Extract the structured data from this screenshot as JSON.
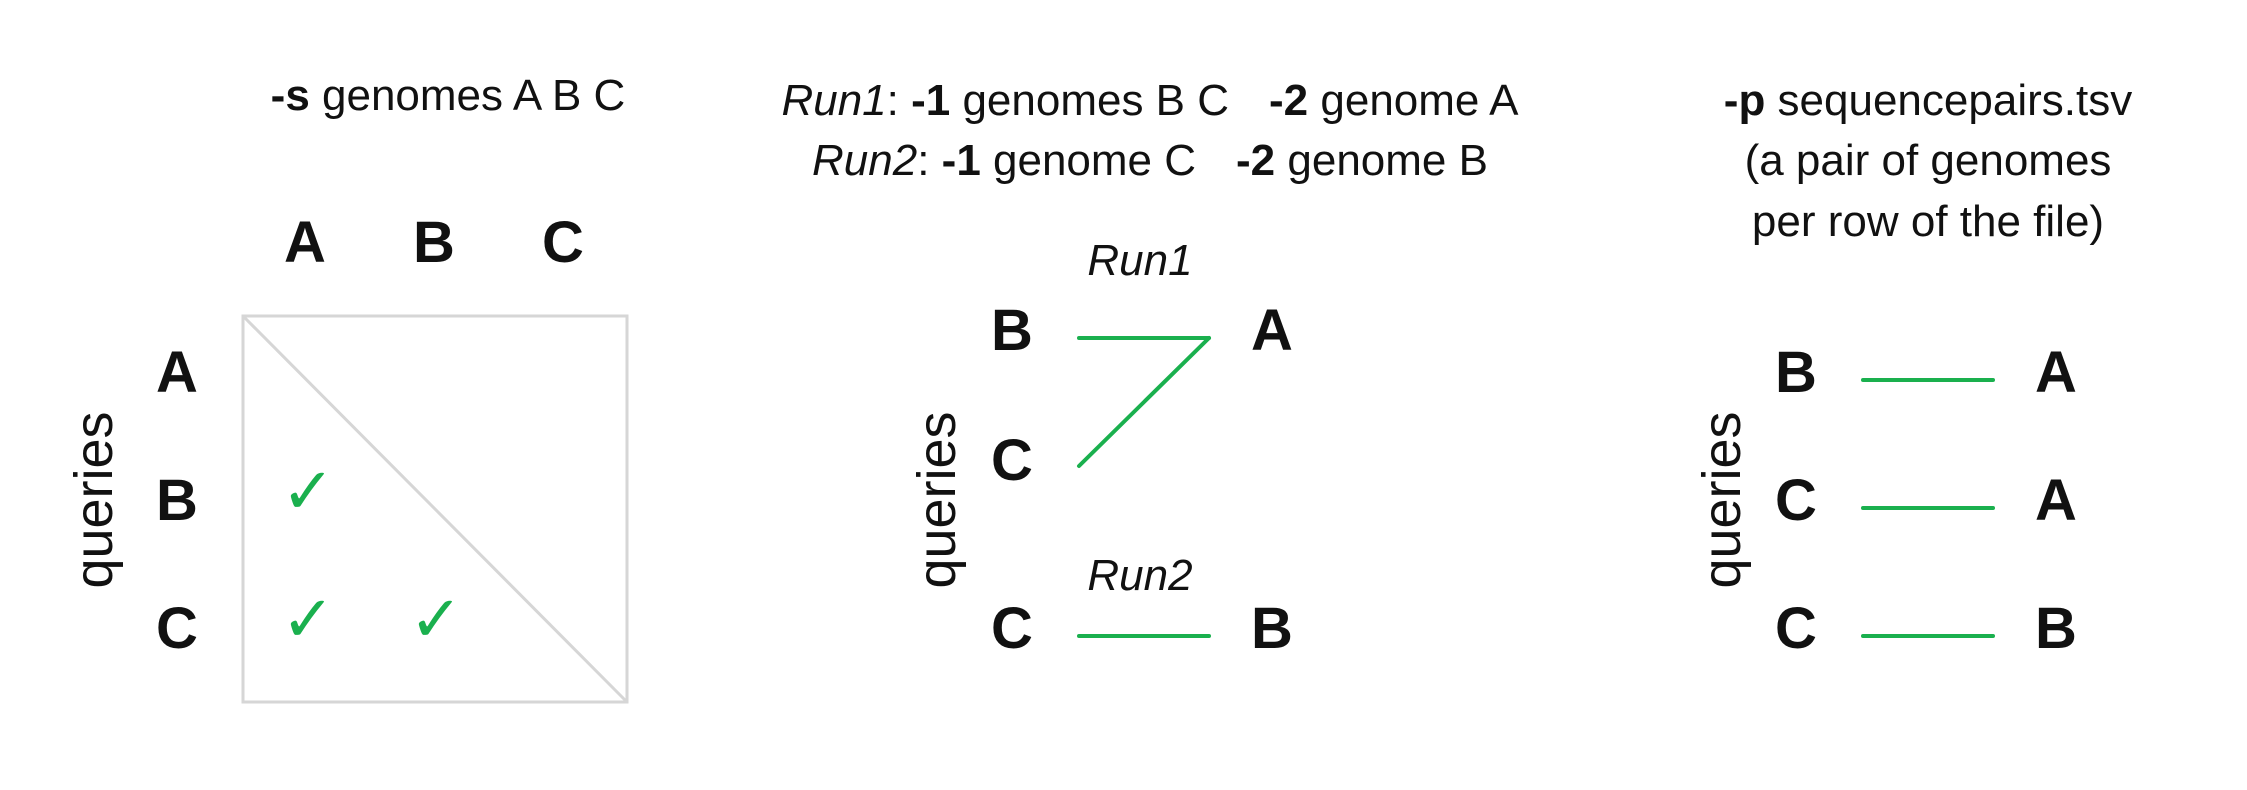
{
  "panel_s": {
    "flag": "-s",
    "desc": " genomes A B C",
    "col_headers": [
      "A",
      "B",
      "C"
    ],
    "row_headers": [
      "A",
      "B",
      "C"
    ],
    "axis_label": "queries",
    "check_glyph": "✓",
    "checks": [
      {
        "row": "B",
        "col": "A"
      },
      {
        "row": "C",
        "col": "A"
      },
      {
        "row": "C",
        "col": "B"
      }
    ]
  },
  "panel_run": {
    "line1": {
      "run": "Run1",
      "sep": ": ",
      "flag1": "-1",
      "text1": " genomes B C",
      "flag2": "-2",
      "text2": " genome A"
    },
    "line2": {
      "run": "Run2",
      "sep": ": ",
      "flag1": "-1",
      "text1": " genome C",
      "flag2": "-2",
      "text2": " genome B"
    },
    "run1_title": "Run1",
    "run2_title": "Run2",
    "run1_queries": [
      "B",
      "C"
    ],
    "run1_target": "A",
    "run2_query": "C",
    "run2_target": "B",
    "axis_label": "queries"
  },
  "panel_p": {
    "flag": "-p",
    "desc": " sequencepairs.tsv",
    "note_line1": "(a pair of genomes",
    "note_line2": "per row of the file)",
    "pairs": [
      {
        "query": "B",
        "target": "A"
      },
      {
        "query": "C",
        "target": "A"
      },
      {
        "query": "C",
        "target": "B"
      }
    ],
    "axis_label": "queries"
  },
  "colors": {
    "connector": "#1ab04e",
    "grid": "#d6d6d6",
    "text": "#111111"
  }
}
